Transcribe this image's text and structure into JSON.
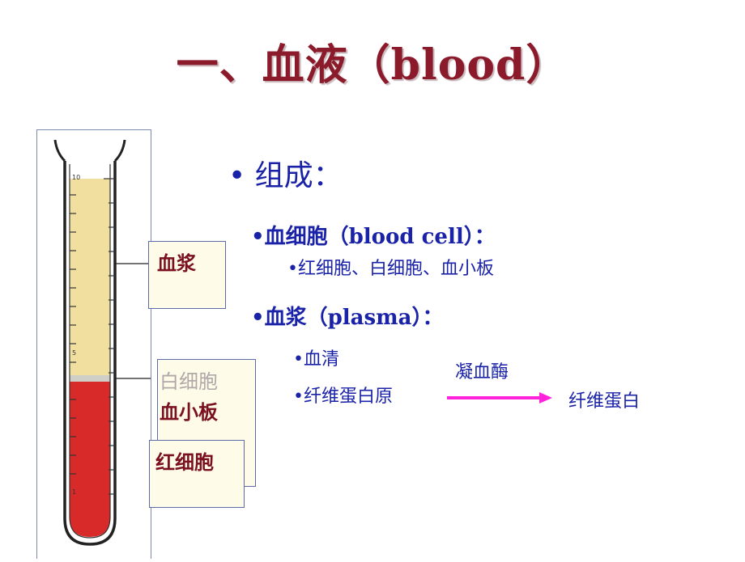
{
  "title": "一、血液（blood）",
  "labels": {
    "plasma": "血浆",
    "wbc": "白细胞",
    "platelet": "血小板",
    "rbc": "红细胞"
  },
  "content": {
    "composition": "• 组成：",
    "blood_cell": "•血细胞（blood cell）：",
    "blood_cell_types": "•红细胞、白细胞、血小板",
    "plasma": "•血浆（plasma）：",
    "serum": "•血清",
    "fibrinogen": "•纤维蛋白原",
    "enzyme": "凝血酶",
    "fibrin": "纤维蛋白"
  },
  "colors": {
    "title": "#8B1A2B",
    "text_blue": "#1a22a8",
    "plasma_fill": "#f1dfa0",
    "rbc_fill": "#d92a2a",
    "arrow": "#ff22dd"
  },
  "tube_scale": [
    "10",
    "5",
    "1"
  ]
}
